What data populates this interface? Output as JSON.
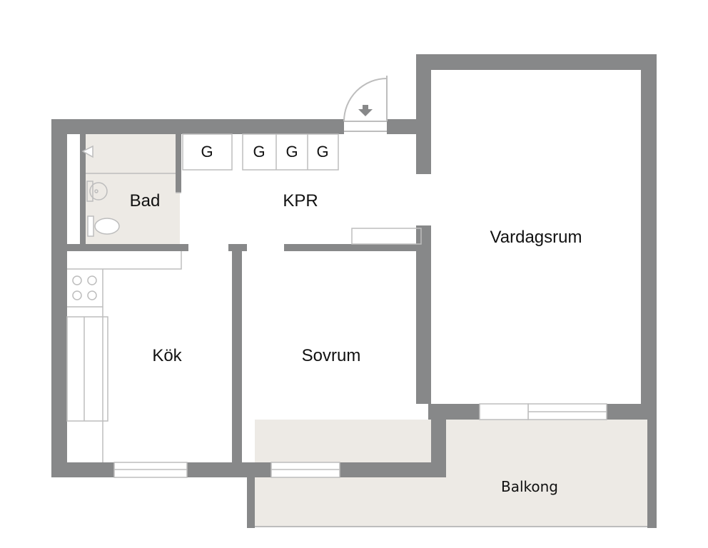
{
  "colors": {
    "wall": "#878889",
    "wet_floor": "#edeae5",
    "fixture_line": "#bdbdbd",
    "text": "#111111",
    "background": "#ffffff"
  },
  "rooms": {
    "bad": "Bad",
    "kpr": "KPR",
    "vardagsrum": "Vardagsrum",
    "kok": "Kök",
    "sovrum": "Sovrum",
    "balkong": "Balkong"
  },
  "closets": [
    "G",
    "G",
    "G",
    "G"
  ],
  "icons": [
    "entrance-arrow-icon",
    "shower-icon",
    "sink-icon",
    "toilet-icon",
    "stove-icon"
  ]
}
